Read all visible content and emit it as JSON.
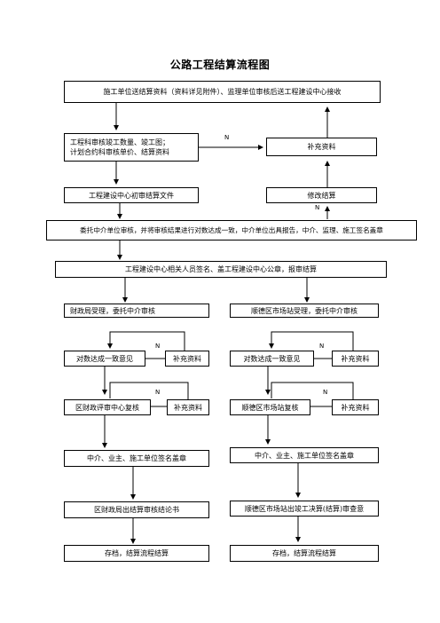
{
  "title": "公路工程结算流程图",
  "boxes": {
    "b1": "施工单位送结算资料（资料详见附件）、监理单位审核后送工程建设中心接收",
    "b2_line1": "工程科审核竣工数量、竣工图；",
    "b2_line2": "计划合约科审核单价、结算资料",
    "b3": "补充资料",
    "b4": "工程建设中心初审结算文件",
    "b5": "修改结算",
    "b6": "委托中介单位审核，并将审核结果进行对数达成一致，中介单位出具报告，中介、监理、施工签名盖章",
    "b7": "工程建设中心相关人员签名、盖工程建设中心公章，报审结算",
    "l1": "财政局受理，委托中介审核",
    "l2": "对数达成一致意见",
    "l3": "补充资料",
    "l4": "区财政评审中心复核",
    "l5": "补充资料",
    "l6": "中介、业主、施工单位签名盖章",
    "l7": "区财政局出结算审核结论书",
    "l8": "存档，结算流程结算",
    "r1": "顺德区市场站受理，委托中介审核",
    "r2": "对数达成一致意见",
    "r3": "补充资料",
    "r4": "顺德区市场站复核",
    "r5": "补充资料",
    "r6": "中介、业主、施工单位签名盖章",
    "r7": "顺德区市场站出竣工决算(结算)审查意",
    "r8": "存档，结算流程结算"
  },
  "labels": {
    "n": "N"
  }
}
